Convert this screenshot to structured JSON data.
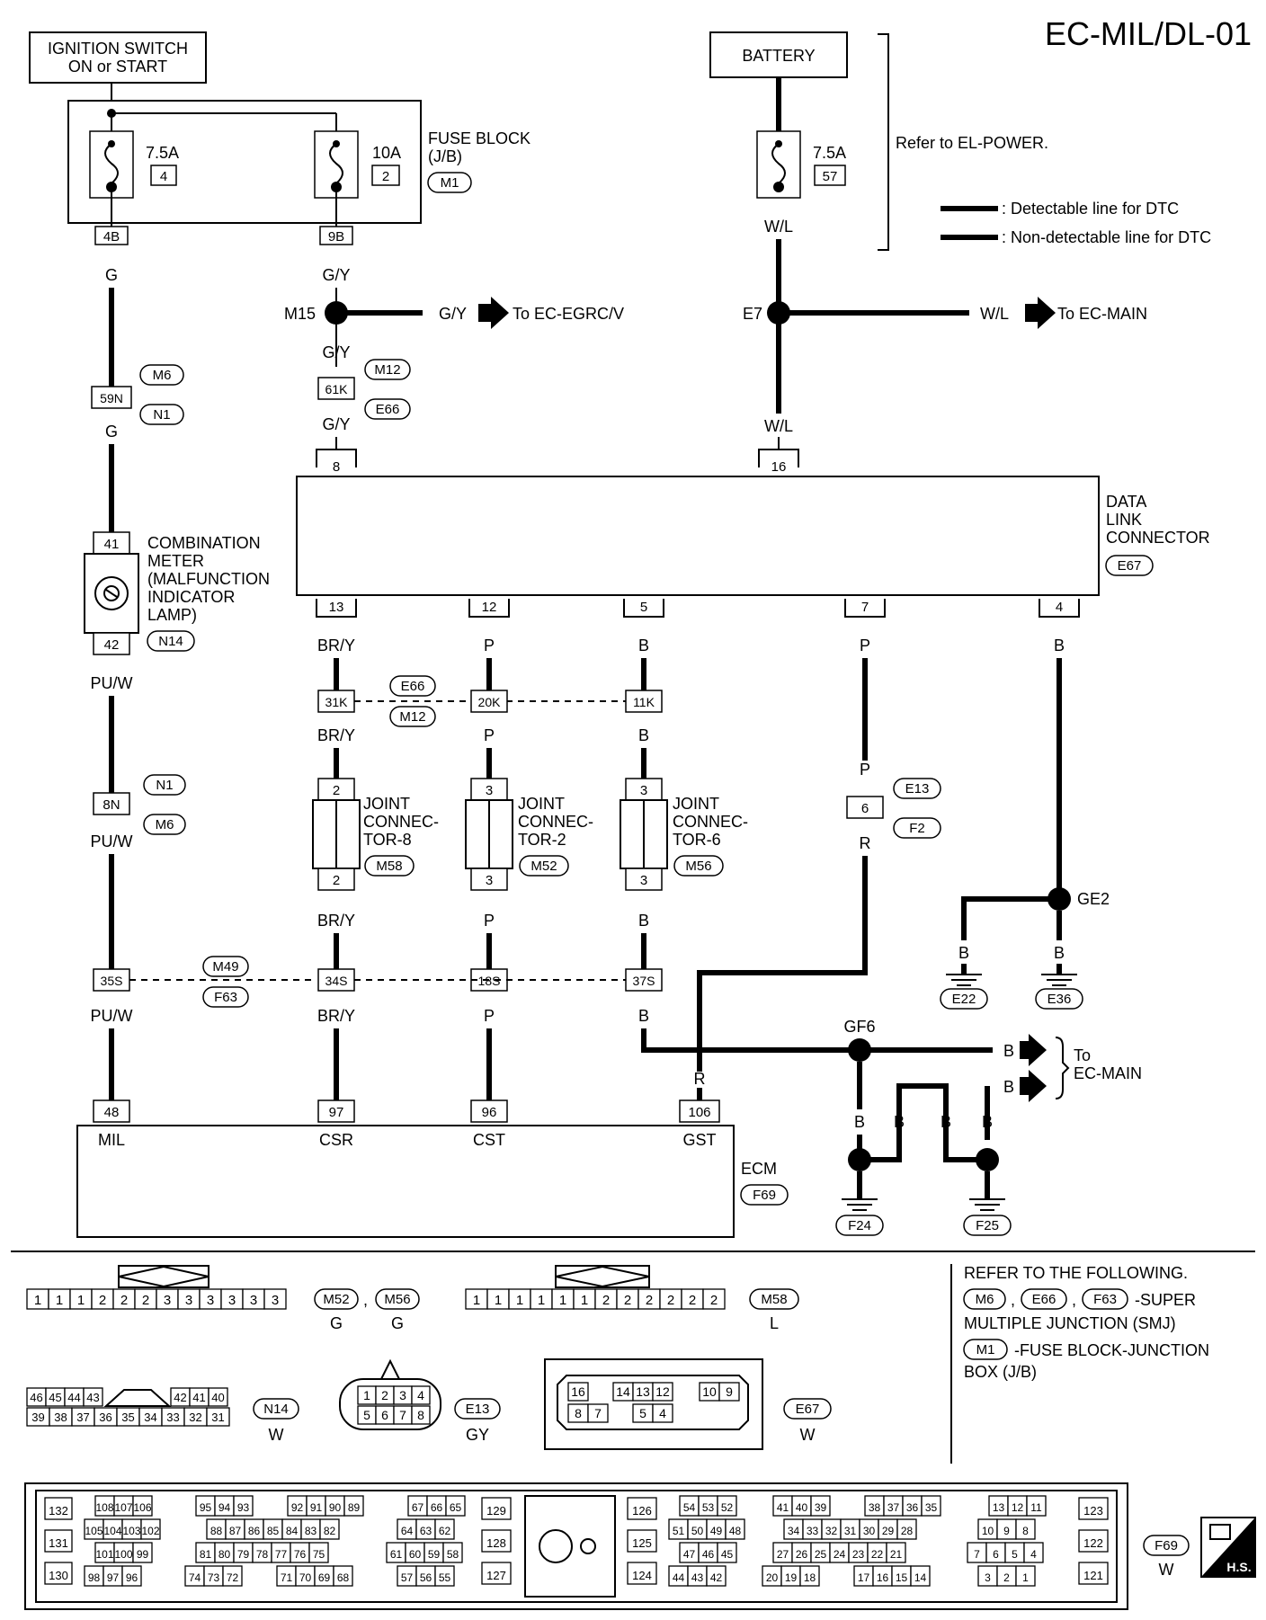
{
  "title": "EC-MIL/DL-01",
  "ignition_switch": [
    "IGNITION SWITCH",
    "ON or START"
  ],
  "battery": "BATTERY",
  "refer_el_power": "Refer to EL-POWER.",
  "legend": {
    "detectable": ": Detectable line for DTC",
    "non_detectable": ": Non-detectable line for DTC"
  },
  "fuse_block": {
    "label": [
      "FUSE BLOCK",
      "(J/B)"
    ],
    "connector": "M1",
    "fuses": [
      {
        "amps": "7.5A",
        "number": "4",
        "pin": "4B"
      },
      {
        "amps": "10A",
        "number": "2",
        "pin": "9B"
      }
    ]
  },
  "battery_fuse": {
    "amps": "7.5A",
    "number": "57"
  },
  "wire_colors": {
    "g": "G",
    "gy": "G/Y",
    "wl": "W/L",
    "puw": "PU/W",
    "bry": "BR/Y",
    "p": "P",
    "b": "B",
    "r": "R"
  },
  "junctions": {
    "m15": "M15",
    "e7": "E7",
    "ge2": "GE2",
    "gf6": "GF6"
  },
  "arrows": {
    "egrcv": "To EC-EGRC/V",
    "main": "To EC-MAIN",
    "to": "To",
    "ec_main": "EC-MAIN"
  },
  "connectors": {
    "m6": "M6",
    "n1": "N1",
    "m12": "M12",
    "e66": "E66",
    "n14": "N14",
    "e13": "E13",
    "f2": "F2",
    "m49": "M49",
    "f63": "F63",
    "m58": "M58",
    "m52": "M52",
    "m56": "M56",
    "e67": "E67",
    "f69": "F69",
    "e22": "E22",
    "e36": "E36",
    "f24": "F24",
    "f25": "F25"
  },
  "pins": {
    "p59n": "59N",
    "p61k": "61K",
    "p8": "8",
    "p16": "16",
    "p41": "41",
    "p42": "42",
    "p13": "13",
    "p12": "12",
    "p5": "5",
    "p7": "7",
    "p4": "4",
    "p31k": "31K",
    "p20k": "20K",
    "p11k": "11K",
    "p8n": "8N",
    "p2": "2",
    "p3": "3",
    "p6": "6",
    "p35s": "35S",
    "p34s": "34S",
    "p18s": "18S",
    "p37s": "37S",
    "p48": "48",
    "p97": "97",
    "p96": "96",
    "p106": "106"
  },
  "combination_meter": [
    "COMBINATION",
    "METER",
    "(MALFUNCTION",
    " INDICATOR",
    " LAMP)"
  ],
  "data_link_connector": [
    "DATA",
    "LINK",
    "CONNECTOR"
  ],
  "joint_connectors": {
    "jc8": [
      "JOINT",
      "CONNEC-",
      "TOR-8"
    ],
    "jc2": [
      "JOINT",
      "CONNEC-",
      "TOR-2"
    ],
    "jc6": [
      "JOINT",
      "CONNEC-",
      "TOR-6"
    ]
  },
  "ecm": {
    "label": "ECM",
    "terminals": [
      "MIL",
      "CSR",
      "CST",
      "GST"
    ]
  },
  "refer_following": {
    "heading": "REFER TO THE FOLLOWING.",
    "smj_suffix": "-SUPER",
    "smj_line2": "MULTIPLE JUNCTION (SMJ)",
    "jb_suffix": "-FUSE BLOCK-JUNCTION",
    "jb_line2": "BOX (J/B)"
  },
  "connector_views": {
    "jc_pins": [
      "1",
      "1",
      "1",
      "2",
      "2",
      "2",
      "3",
      "3",
      "3",
      "3",
      "3",
      "3"
    ],
    "m58_pins": [
      "1",
      "1",
      "1",
      "1",
      "1",
      "1",
      "2",
      "2",
      "2",
      "2",
      "2",
      "2"
    ],
    "color_g": "G",
    "color_l": "L",
    "color_w": "W",
    "color_gy": "GY",
    "n14_top": [
      "46",
      "45",
      "44",
      "43",
      "42",
      "41",
      "40"
    ],
    "n14_bot": [
      "39",
      "38",
      "37",
      "36",
      "35",
      "34",
      "33",
      "32",
      "31"
    ],
    "e13_top": [
      "1",
      "2",
      "3",
      "4"
    ],
    "e13_bot": [
      "5",
      "6",
      "7",
      "8"
    ],
    "e67_top": [
      "16",
      "14",
      "13",
      "12",
      "10",
      "9"
    ],
    "e67_bot": [
      "8",
      "7",
      "5",
      "4"
    ],
    "ecm_groups": [
      [
        "132",
        "131",
        "130"
      ],
      [
        "108",
        "107",
        "106",
        "105",
        "104",
        "103",
        "102",
        "101",
        "100",
        "99",
        "98",
        "97",
        "96"
      ],
      [
        "95",
        "94",
        "93",
        "92",
        "91",
        "90",
        "89",
        "88",
        "87",
        "86",
        "85",
        "84",
        "83",
        "82",
        "81",
        "80",
        "79",
        "78",
        "77",
        "76",
        "75",
        "74",
        "73",
        "72",
        "71",
        "70",
        "69",
        "68"
      ],
      [
        "67",
        "66",
        "65",
        "64",
        "63",
        "62",
        "61",
        "60",
        "59",
        "58",
        "57",
        "56",
        "55"
      ],
      [
        "129",
        "128",
        "127"
      ],
      [
        "126",
        "125",
        "124"
      ],
      [
        "54",
        "53",
        "52",
        "51",
        "50",
        "49",
        "48",
        "47",
        "46",
        "45",
        "44",
        "43",
        "42"
      ],
      [
        "41",
        "40",
        "39",
        "38",
        "37",
        "36",
        "35",
        "34",
        "33",
        "32",
        "31",
        "30",
        "29",
        "28",
        "27",
        "26",
        "25",
        "24",
        "23",
        "22",
        "21",
        "20",
        "19",
        "18",
        "17",
        "16",
        "15",
        "14"
      ],
      [
        "13",
        "12",
        "11",
        "10",
        "9",
        "8",
        "7",
        "6",
        "5",
        "4",
        "3",
        "2",
        "1"
      ],
      [
        "123",
        "122",
        "121"
      ]
    ]
  },
  "hs_badge": "H.S."
}
